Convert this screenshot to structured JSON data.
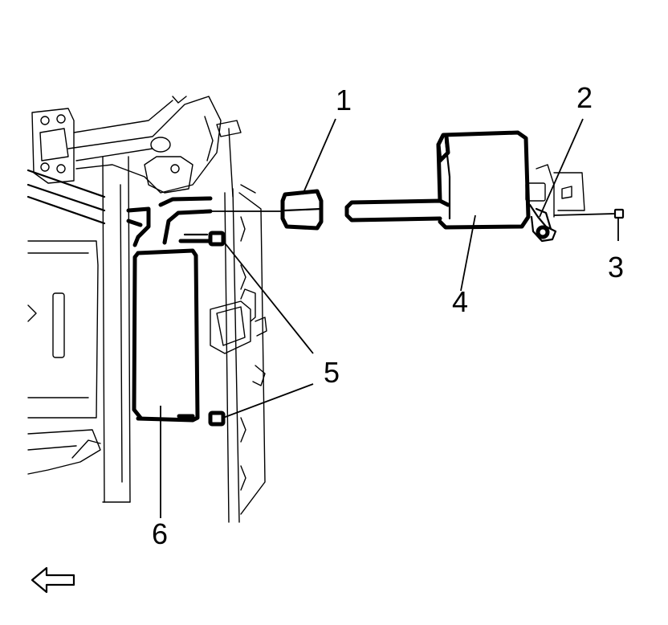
{
  "callouts": {
    "c1": "1",
    "c2": "2",
    "c3": "3",
    "c4": "4",
    "c5": "5",
    "c6": "6"
  },
  "direction_arrow": {
    "icon": "left-arrow-icon",
    "points": "left"
  }
}
